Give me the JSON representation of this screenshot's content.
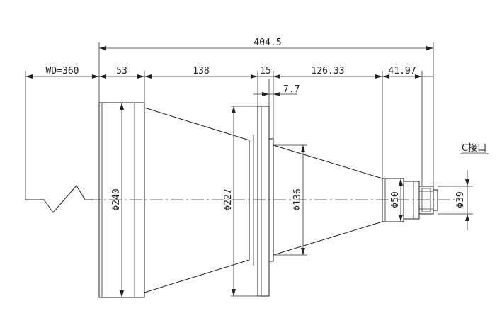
{
  "dimensions": {
    "overall_length": "404.5",
    "working_distance": "WD=360",
    "seg_1": "53",
    "seg_2": "138",
    "seg_3": "15",
    "seg_4": "126.33",
    "seg_5": "41.97",
    "flange_gap": "7.7",
    "dia_front": "Φ240",
    "dia_flange": "Φ227",
    "dia_mid": "Φ136",
    "dia_rear": "Φ50",
    "dia_mount": "Φ39"
  },
  "labels": {
    "mount": "C接口"
  },
  "colors": {
    "line": "#222222",
    "background": "#ffffff"
  }
}
